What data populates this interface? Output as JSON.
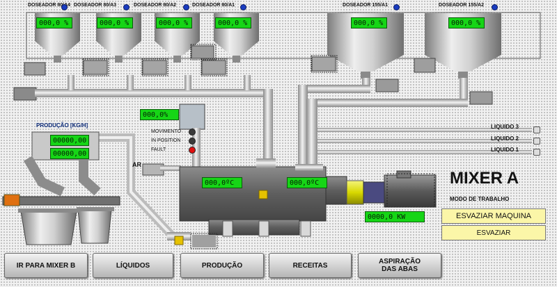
{
  "dosers": [
    {
      "label": "DOSEADOR 80/A4",
      "value": "000,0 %"
    },
    {
      "label": "DOSEADOR 80/A3",
      "value": "000,0 %"
    },
    {
      "label": "DOSEADOR 80/A2",
      "value": "000,0 %"
    },
    {
      "label": "DOSEADOR 80/A1",
      "value": "000,0 %"
    },
    {
      "label": "DOSEADOR 155/A1",
      "value": "000,0 %"
    },
    {
      "label": "DOSEADOR 155/A2",
      "value": "000,0 %"
    }
  ],
  "production": {
    "title": "PRODUÇÃO [KG/H]",
    "value1": "00000,00",
    "value2": "00000,00"
  },
  "valve": {
    "value": "000,0%",
    "status": [
      "MOVIMENTO",
      "IN POSITION",
      "FAULT"
    ]
  },
  "air_label": "AR",
  "mixer_temps": [
    "000,0ºC",
    "000,0ºC"
  ],
  "motor_power": "0000,0  KW",
  "liquids": [
    "LIQUIDO 3",
    "LIQUIDO 2",
    "LIQUIDO 1"
  ],
  "mixer": {
    "title": "MIXER A",
    "mode_label": "MODO DE TRABALHO",
    "mode_value": "ESVAZIAR MAQUINA",
    "mode_button": "ESVAZIAR"
  },
  "nav_buttons": [
    "IR PARA MIXER B",
    "LÍQUIDOS",
    "PRODUÇÃO",
    "RECEITAS",
    "ASPIRAÇÃO\nDAS ABAS"
  ],
  "colors": {
    "display": "#16d516",
    "led_fault": "#e01010",
    "mode_panel": "#fbf6a8",
    "motor_yellow": "#d8d800"
  }
}
